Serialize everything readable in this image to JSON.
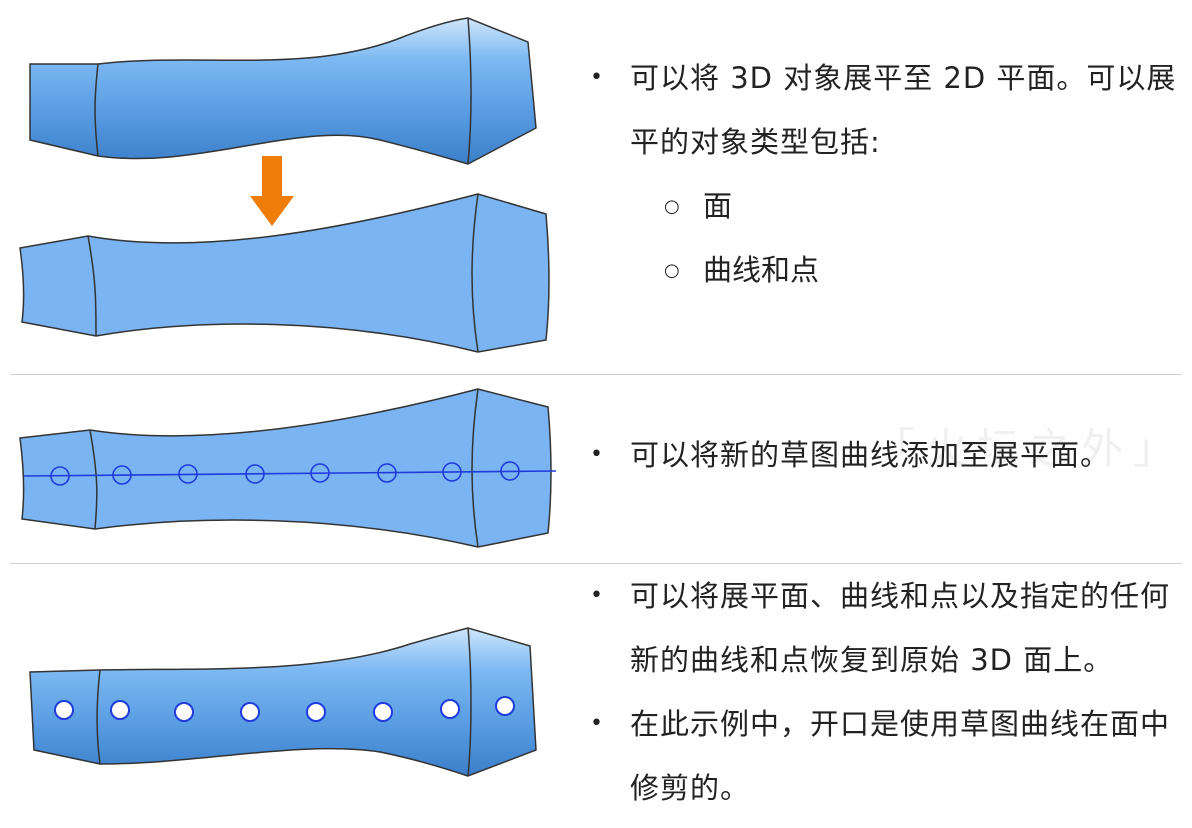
{
  "section1": {
    "bullet": "可以将 3D 对象展平至 2D 平面。可以展平的对象类型包括:",
    "sub_items": [
      "面",
      "曲线和点"
    ]
  },
  "section2": {
    "bullet": "可以将新的草图曲线添加至展平面。",
    "watermark": "「火坛之外」"
  },
  "section3": {
    "bullets": [
      "可以将展平面、曲线和点以及指定的任何新的曲线和点恢复到原始 3D 面上。",
      "在此示例中，开口是使用草图曲线在面中修剪的。"
    ]
  },
  "colors": {
    "surface": "#7ab4f2",
    "arrow": "#ef7d0a",
    "curve": "#1e3cdc",
    "divider": "#cfcfcf"
  },
  "icons": {
    "bullet": "filled-dot",
    "sub_bullet": "hollow-circle",
    "arrow": "down-arrow-icon"
  }
}
